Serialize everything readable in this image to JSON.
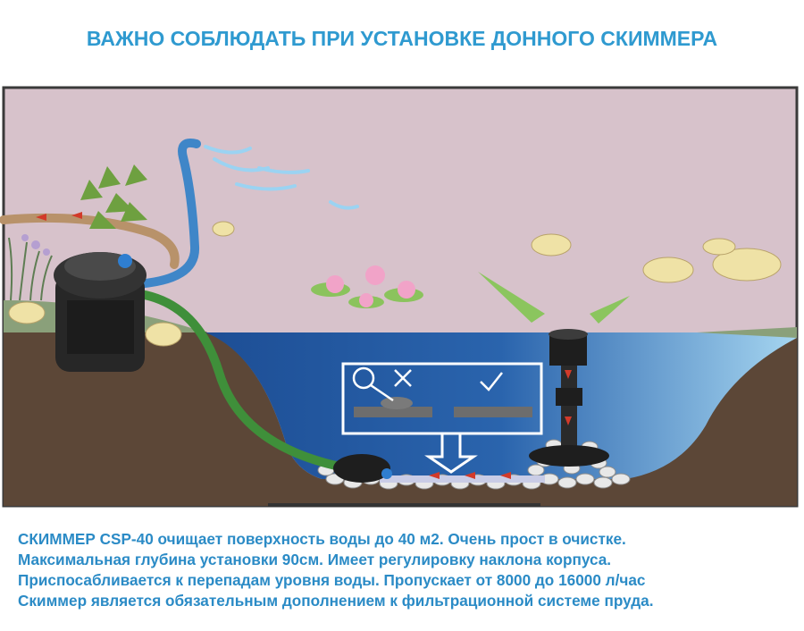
{
  "title": "ВАЖНО СОБЛЮДАТЬ ПРИ УСТАНОВКЕ ДОННОГО СКИММЕРА",
  "description": [
    "СКИММЕР CSP-40 очищает поверхность воды до 40 м2. Очень прост в очистке.",
    "Максимальная глубина установки 90см. Имеет регулировку наклона корпуса.",
    "Приспосабливается к перепадам уровня воды. Пропускает от 8000 до 16000 л/час",
    "Скиммер является обязательным дополнением к фильтрационной системе пруда."
  ],
  "colors": {
    "title": "#2f9ad0",
    "text": "#2b8bc6",
    "sky": "#d7c2cb",
    "water_deep": "#1d4e95",
    "water_light": "#9fd1ee",
    "soil": "#5c4737",
    "grass": "#8aa07a",
    "hose_green": "#3f8f3a",
    "hose_blue": "#3f86c8",
    "hose_tan": "#b8926a",
    "arrow": "#d23a2a"
  },
  "icons": [
    "cross-icon",
    "check-icon",
    "magnifier-icon"
  ]
}
